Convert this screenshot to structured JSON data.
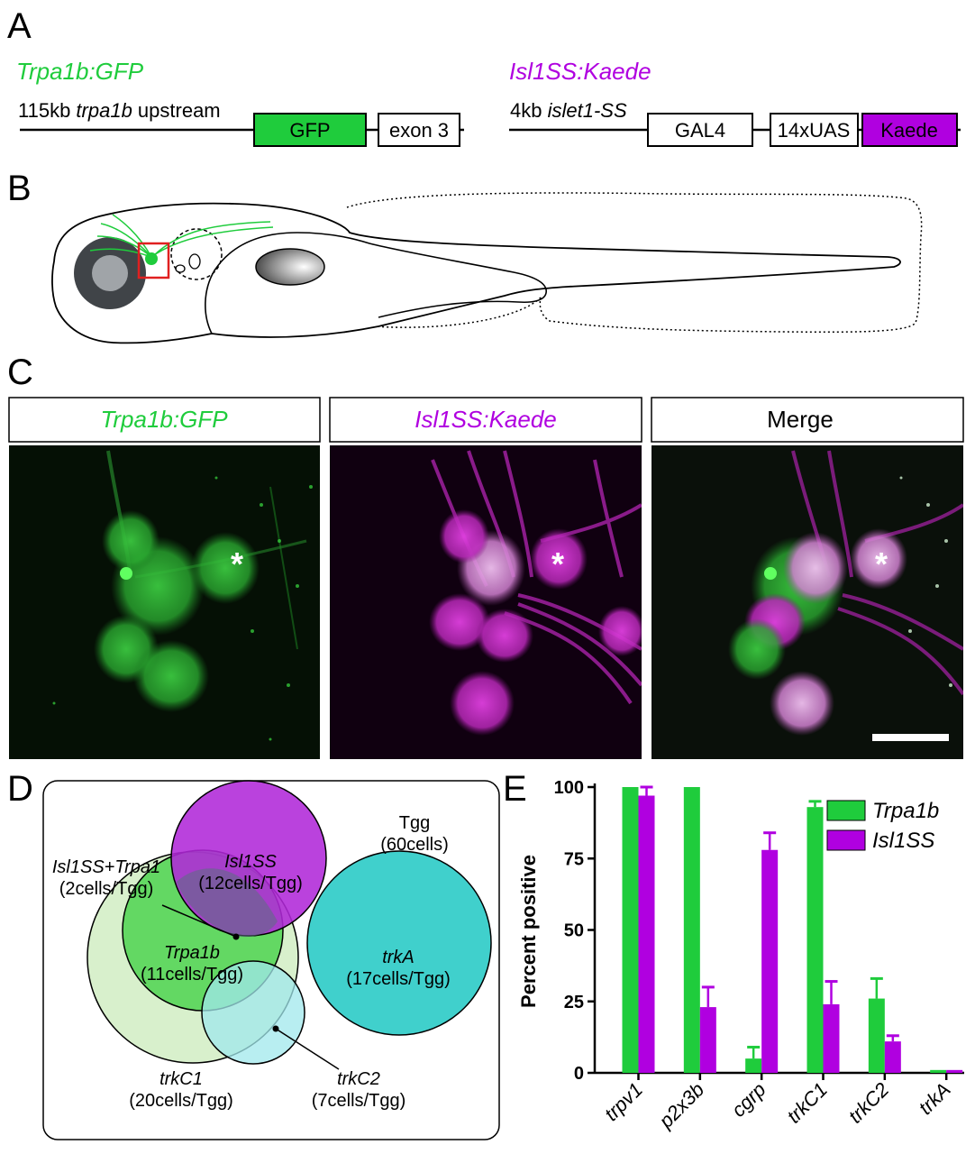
{
  "colors": {
    "green": "#1fcc3c",
    "magenta": "#b000e0",
    "cyan": "#40d0cc",
    "dark_gray": "#404448",
    "light_gray": "#a0a4a8",
    "red_box": "#e02020"
  },
  "panel_labels": {
    "a": "A",
    "b": "B",
    "c": "C",
    "d": "D",
    "e": "E"
  },
  "construct_gfp": {
    "title": "Trpa1b:GFP",
    "upstream_prefix": "115kb ",
    "upstream_gene": "trpa1b",
    "upstream_suffix": " upstream",
    "box_gfp": "GFP",
    "box_exon": "exon 3"
  },
  "construct_kaede": {
    "title": "Isl1SS:Kaede",
    "upstream_prefix": "4kb ",
    "upstream_gene": "islet1-SS",
    "box_gal4": "GAL4",
    "box_uas": "14xUAS",
    "box_kaede": "Kaede"
  },
  "panel_c": {
    "label_gfp": "Trpa1b:GFP",
    "label_kaede": "Isl1SS:Kaede",
    "label_merge": "Merge",
    "asterisk": "*"
  },
  "venn": {
    "tgg_name": "Tgg",
    "tgg_count": "(60cells)",
    "isl1ss_name": "Isl1SS",
    "isl1ss_count": "(12cells/Tgg)",
    "overlap_name": "Isl1SS+Trpa1",
    "overlap_count": "(2cells/Tgg)",
    "trpa1b_name": "Trpa1b",
    "trpa1b_count": "(11cells/Tgg)",
    "trka_name": "trkA",
    "trka_count": "(17cells/Tgg)",
    "trkc1_name": "trkC1",
    "trkc1_count": "(20cells/Tgg)",
    "trkc2_name": "trkC2",
    "trkc2_count": "(7cells/Tgg)"
  },
  "chart_data": {
    "type": "bar",
    "ylabel": "Percent positive",
    "ylim": [
      0,
      100
    ],
    "yticks": [
      0,
      25,
      50,
      75,
      100
    ],
    "categories": [
      "trpv1",
      "p2x3b",
      "cgrp",
      "trkC1",
      "trkC2",
      "trkA"
    ],
    "legend_position": "top-right",
    "series": [
      {
        "name": "Trpa1b",
        "color": "#1fcc3c",
        "values": [
          100,
          100,
          5,
          93,
          26,
          1
        ],
        "errors": [
          0,
          0,
          4,
          2,
          7,
          0
        ]
      },
      {
        "name": "Isl1SS",
        "color": "#b000e0",
        "values": [
          97,
          23,
          78,
          24,
          11,
          1
        ],
        "errors": [
          3,
          7,
          6,
          8,
          2,
          0
        ]
      }
    ]
  }
}
